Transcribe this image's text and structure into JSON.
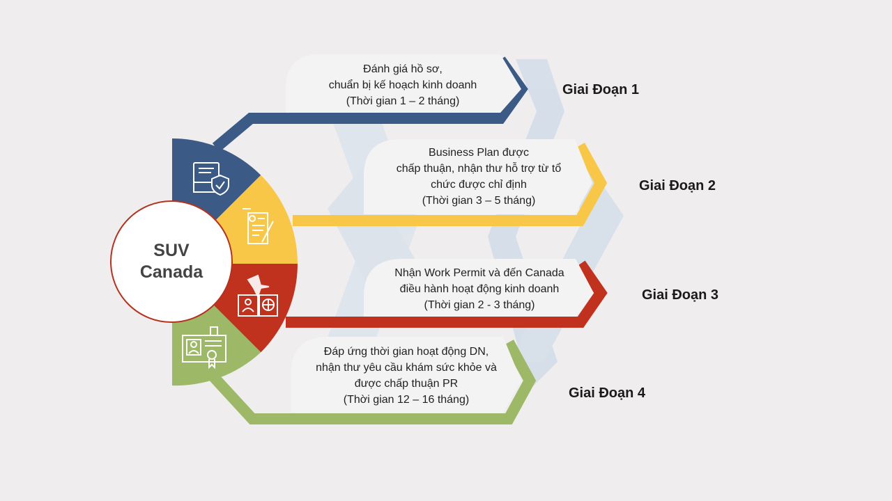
{
  "center": {
    "line1": "SUV",
    "line2": "Canada"
  },
  "colors": {
    "blue": "#3c5a86",
    "yellow": "#f9c748",
    "red": "#c0321d",
    "green": "#9db866",
    "watermark": "#c9d6e4",
    "box": "#f4f3f4"
  },
  "stages": [
    {
      "label": "Giai Đoạn 1",
      "icon": "document-shield-icon",
      "lines": [
        "Đánh giá hồ sơ,",
        "chuẩn bị kế hoạch kinh doanh",
        "(Thời gian 1 – 2 tháng)"
      ]
    },
    {
      "label": "Giai Đoạn 2",
      "icon": "signed-contract-icon",
      "lines": [
        "Business Plan được",
        "chấp thuận, nhận thư hỗ trợ từ tổ",
        "chức được chỉ định",
        "(Thời gian 3 – 5 tháng)"
      ]
    },
    {
      "label": "Giai Đoạn 3",
      "icon": "travel-passport-icon",
      "lines": [
        "Nhận Work Permit và đến Canada",
        "điều hành hoạt động kinh doanh",
        "(Thời gian 2 - 3 tháng)"
      ]
    },
    {
      "label": "Giai Đoạn 4",
      "icon": "id-certificate-icon",
      "lines": [
        "Đáp ứng thời gian hoạt động DN,",
        "nhận thư yêu cầu khám sức khỏe và",
        "được chấp thuận PR",
        "(Thời gian 12 – 16 tháng)"
      ]
    }
  ]
}
